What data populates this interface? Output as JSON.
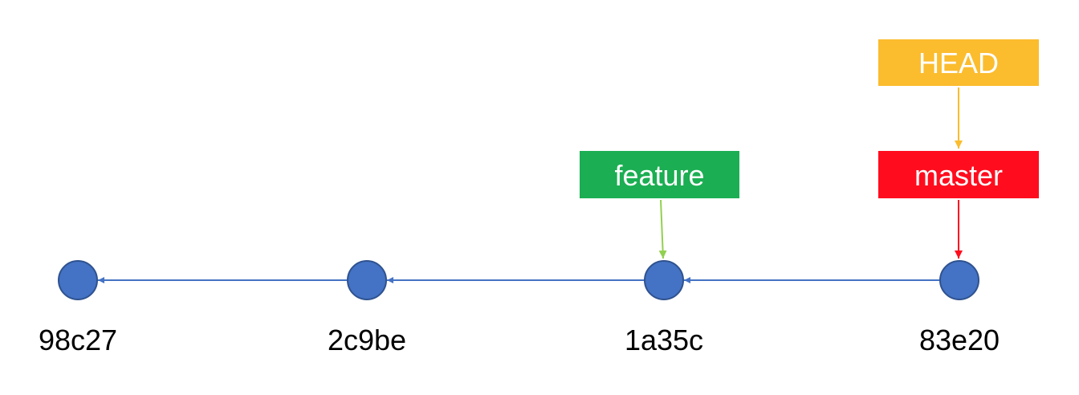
{
  "commits": [
    {
      "id": "98c27"
    },
    {
      "id": "2c9be"
    },
    {
      "id": "1a35c"
    },
    {
      "id": "83e20"
    }
  ],
  "labels": {
    "head": {
      "text": "HEAD",
      "color": "#FBBC2E"
    },
    "master": {
      "text": "master",
      "color": "#FF0D1E"
    },
    "feature": {
      "text": "feature",
      "color": "#1BAE52"
    }
  },
  "colors": {
    "commit_fill": "#4472C4",
    "commit_stroke": "#2F528F",
    "parent_arrow": "#4472C4",
    "feature_arrow": "#92D050",
    "master_arrow": "#FF0D1E",
    "head_arrow": "#FBBC2E"
  }
}
